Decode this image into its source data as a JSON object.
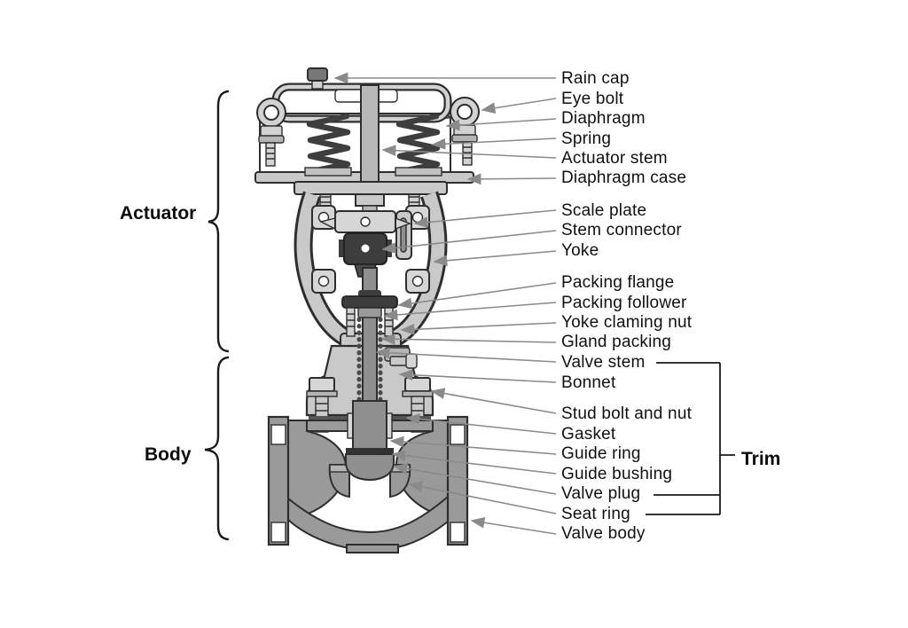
{
  "figure_type": "control-valve-cutaway-diagram",
  "groups": {
    "actuator": {
      "label": "Actuator"
    },
    "body": {
      "label": "Body"
    },
    "trim": {
      "label": "Trim",
      "members": [
        "Valve stem",
        "Valve plug",
        "Seat ring"
      ]
    }
  },
  "parts": [
    {
      "label": "Rain cap"
    },
    {
      "label": "Eye bolt"
    },
    {
      "label": "Diaphragm"
    },
    {
      "label": "Spring"
    },
    {
      "label": "Actuator stem"
    },
    {
      "label": "Diaphragm case"
    },
    {
      "label": "Scale plate"
    },
    {
      "label": "Stem connector"
    },
    {
      "label": "Yoke"
    },
    {
      "label": "Packing flange"
    },
    {
      "label": "Packing follower"
    },
    {
      "label": "Yoke claming nut"
    },
    {
      "label": "Gland packing"
    },
    {
      "label": "Valve stem"
    },
    {
      "label": "Bonnet"
    },
    {
      "label": "Stud bolt and nut"
    },
    {
      "label": "Gasket"
    },
    {
      "label": "Guide ring"
    },
    {
      "label": "Guide bushing"
    },
    {
      "label": "Valve plug"
    },
    {
      "label": "Seat ring"
    },
    {
      "label": "Valve body"
    }
  ],
  "colors": {
    "background": "#ffffff",
    "label_text": "#111111",
    "leader_line": "#8a8a8a",
    "bracket_line": "#1a1a1a",
    "metal_light": "#d2d2d2",
    "metal_mid": "#9a9a9a",
    "metal_steel": "#8f8f8f",
    "metal_dark": "#3d3d3d",
    "outline": "#2e2e2e"
  }
}
